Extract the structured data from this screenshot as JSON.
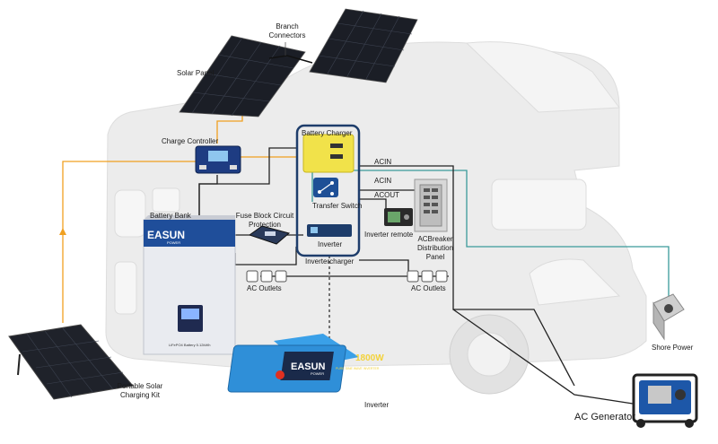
{
  "labels": {
    "branch_connectors": "Branch\nConnectors",
    "solar_panel": "Solar Panel",
    "charge_controller": "Charge Controller",
    "battery_charger": "Battery Charger",
    "acin_1": "ACIN",
    "acin_2": "ACIN",
    "acout": "ACOUT",
    "transfer_switch": "Transfer Switch",
    "inverter_top": "Inverter",
    "inverter_remote": "Inverter remote",
    "ac_breaker": "ACBreaker\nDistribution\nPanel",
    "inverter_charger": "Invertercharger",
    "battery_bank": "Battery Bank",
    "fuse_block": "Fuse Block Circuit\nProtection",
    "ac_outlets_left": "AC Outlets",
    "ac_outlets_right": "AC Outlets",
    "shore_power": "Shore Power",
    "portable_solar": "Portable Solar\nCharging Kit",
    "inverter_bottom": "Inverter",
    "ac_generator": "AC Generator"
  },
  "branding": {
    "battery_brand": "EASUN",
    "battery_sub": "POWER",
    "battery_model": "LiFePO4 Battery 5.12kWh",
    "inverter_brand": "EASUN",
    "inverter_sub": "POWER",
    "inverter_power": "1800W",
    "inverter_desc": "PURE SINE WAVE INVERTER"
  },
  "colors": {
    "dc_line": "#f0a020",
    "ac_line": "#3a9a9a",
    "wire": "#222222",
    "frame": "#1e3d6b",
    "rv_body": "#e9e9e9",
    "battery_blue": "#1f4e9a",
    "inverter_blue": "#2f8fd8"
  }
}
